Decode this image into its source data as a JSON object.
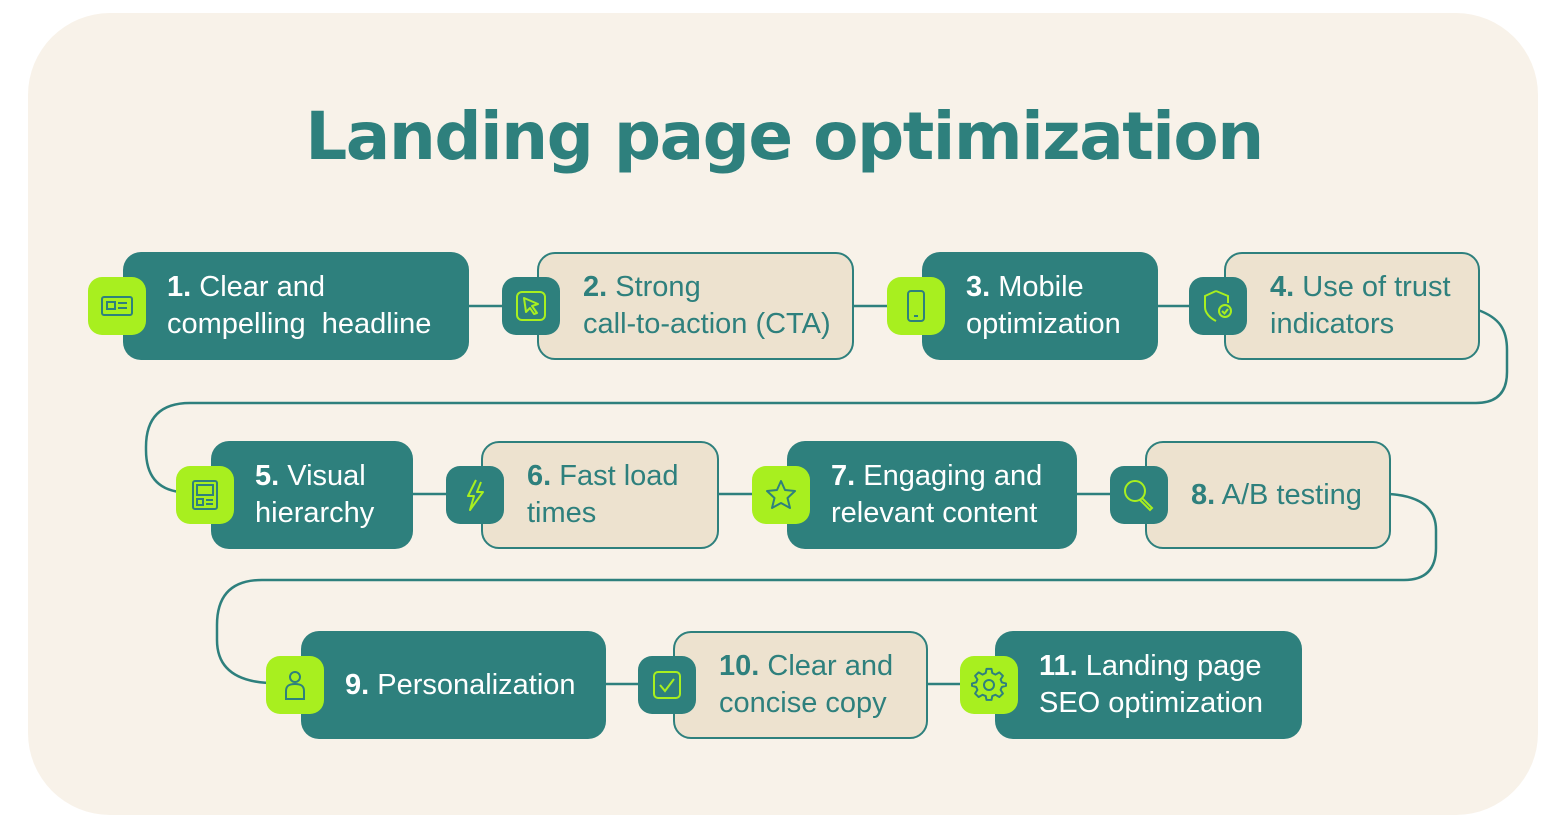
{
  "title": "Landing page optimization",
  "colors": {
    "background": "#f8f2e9",
    "teal": "#2e807d",
    "beige": "#ede2cf",
    "lime": "#a8ef1f"
  },
  "steps": [
    {
      "num": "1.",
      "line1": "Clear and",
      "line2": "compelling  headline",
      "style": "dark",
      "icon": "headline-card-icon"
    },
    {
      "num": "2.",
      "line1": "Strong",
      "line2": "call-to-action (CTA)",
      "style": "light",
      "icon": "cursor-click-icon"
    },
    {
      "num": "3.",
      "line1": "Mobile",
      "line2": "optimization",
      "style": "dark",
      "icon": "smartphone-icon"
    },
    {
      "num": "4.",
      "line1": "Use of trust",
      "line2": "indicators",
      "style": "light",
      "icon": "shield-check-icon"
    },
    {
      "num": "5.",
      "line1": "Visual",
      "line2": "hierarchy",
      "style": "dark",
      "icon": "layout-icon"
    },
    {
      "num": "6.",
      "line1": "Fast load",
      "line2": "times",
      "style": "light",
      "icon": "lightning-icon"
    },
    {
      "num": "7.",
      "line1": "Engaging and",
      "line2": "relevant content",
      "style": "dark",
      "icon": "star-icon"
    },
    {
      "num": "8.",
      "line1": "A/B testing",
      "line2": "",
      "style": "light",
      "icon": "magnifier-icon"
    },
    {
      "num": "9.",
      "line1": "Personalization",
      "line2": "",
      "style": "dark",
      "icon": "person-icon"
    },
    {
      "num": "10.",
      "line1": "Clear and",
      "line2": "concise copy",
      "style": "light",
      "icon": "checkbox-icon"
    },
    {
      "num": "11.",
      "line1": "Landing page",
      "line2": "SEO optimization",
      "style": "dark",
      "icon": "gear-icon"
    }
  ]
}
